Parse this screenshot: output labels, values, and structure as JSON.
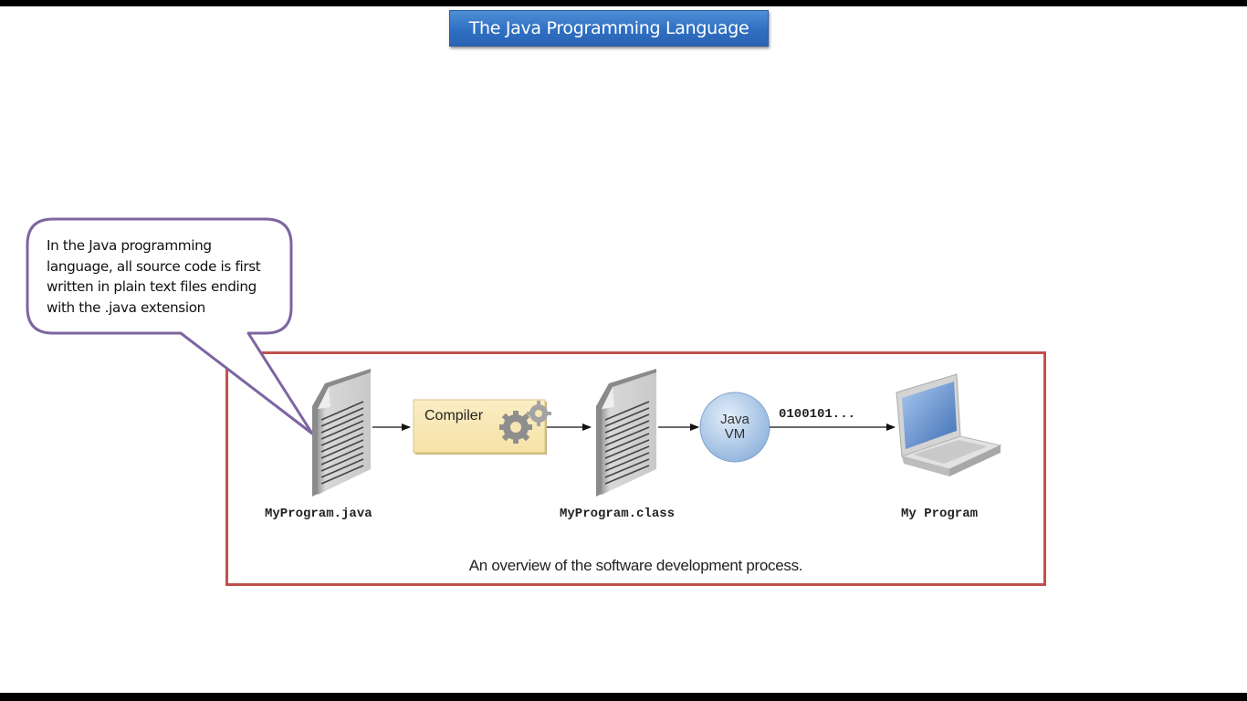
{
  "slide": {
    "title": "The Java Programming Language"
  },
  "callout": {
    "lines": [
      "In the Java programming",
      "language, all source code is first",
      "written in plain text files ending",
      "with the .java extension"
    ],
    "border_color": "#7e64a2"
  },
  "diagram": {
    "frame_color": "#c0504d",
    "nodes": {
      "source_file": {
        "icon": "document-icon",
        "label": "MyProgram.java"
      },
      "compiler": {
        "icon": "gears-icon",
        "label": "Compiler"
      },
      "class_file": {
        "icon": "document-icon",
        "label": "MyProgram.class"
      },
      "jvm": {
        "line1": "Java",
        "line2": "VM"
      },
      "program": {
        "icon": "laptop-icon",
        "label": "My Program"
      }
    },
    "binary_output": "0100101...",
    "caption": "An overview of the software development process."
  }
}
